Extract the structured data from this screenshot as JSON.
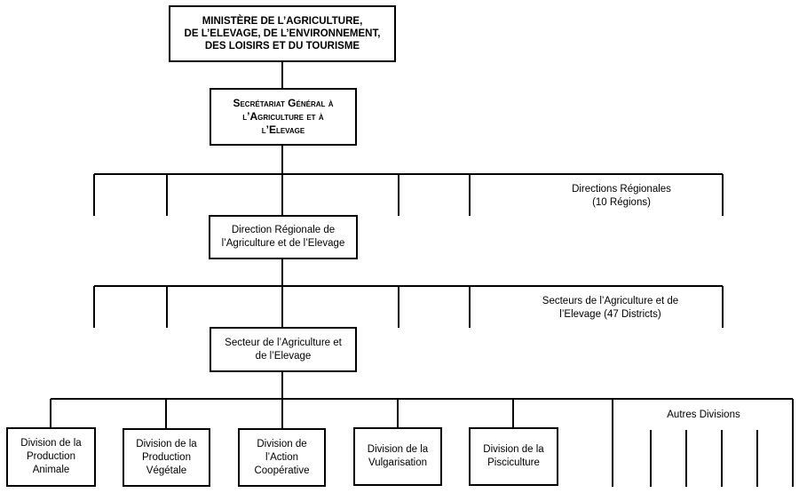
{
  "ministry": "MINISTÈRE DE L’AGRICULTURE,\nDE L’ELEVAGE, DE L’ENVIRONNEMENT,\nDES LOISIRS ET DU TOURISME",
  "secretariat": "Secrétariat Général à\nl’Agriculture et à\nl’Elevage",
  "regional_direction": "Direction Régionale de\nl’Agriculture et de l’Elevage",
  "regional_directions_label": "Directions Régionales\n(10 Régions)",
  "sector": "Secteur de l’Agriculture et\nde l’Elevage",
  "sectors_label": "Secteurs de l’Agriculture et de\nl’Elevage (47 Districts)",
  "divisions": [
    "Division de la\nProduction\nAnimale",
    "Division de la\nProduction\nVégétale",
    "Division de\nl’Action\nCoopérative",
    "Division de la\nVulgarisation",
    "Division de la\nPisciculture"
  ],
  "other_divisions_label": "Autres Divisions"
}
